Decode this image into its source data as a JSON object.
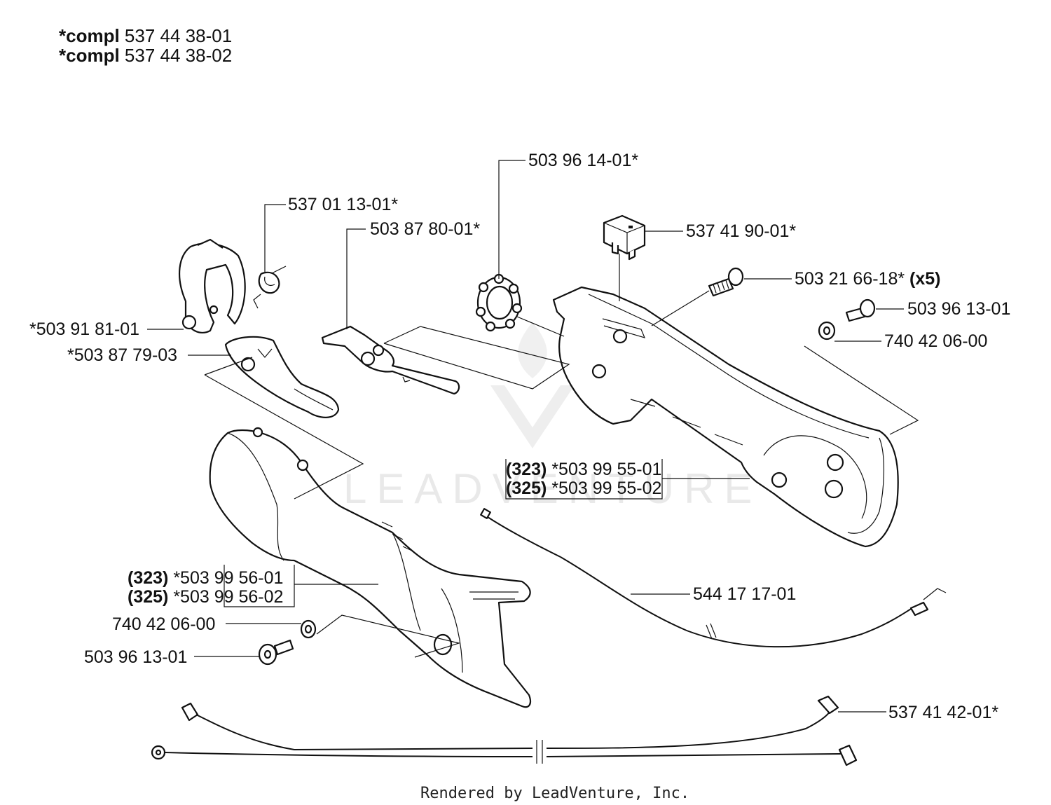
{
  "header": {
    "lines": [
      {
        "prefix": "*compl",
        "number": "537 44 38-01"
      },
      {
        "prefix": "*compl",
        "number": "537 44 38-02"
      }
    ]
  },
  "callouts": {
    "spring": {
      "number": "537 01 13-01*"
    },
    "throttle_rod": {
      "number": "503 87 80-01*"
    },
    "damper_ring": {
      "number": "503 96 14-01*"
    },
    "stop_switch": {
      "number": "537 41 90-01*"
    },
    "screw_x5": {
      "number": "503 21 66-18*",
      "qty": "(x5)"
    },
    "screw_right": {
      "number": "503 96 13-01"
    },
    "washer_right": {
      "number": "740 42 06-00"
    },
    "clamp": {
      "number": "*503 91 81-01"
    },
    "trigger": {
      "number": "*503 87 79-03"
    },
    "handle_right_a": {
      "ref": "(323)",
      "number": "*503 99 55-01"
    },
    "handle_right_b": {
      "ref": "(325)",
      "number": "*503 99 55-02"
    },
    "handle_left_a": {
      "ref": "(323)",
      "number": "*503 99 56-01"
    },
    "handle_left_b": {
      "ref": "(325)",
      "number": "*503 99 56-02"
    },
    "washer_left": {
      "number": "740 42 06-00"
    },
    "screw_left": {
      "number": "503 96 13-01"
    },
    "throttle_cable": {
      "number": "544 17 17-01"
    },
    "wire_harness": {
      "number": "537 41 42-01*"
    }
  },
  "watermark": "LEADVENTURE",
  "footer": "Rendered by LeadVenture, Inc."
}
